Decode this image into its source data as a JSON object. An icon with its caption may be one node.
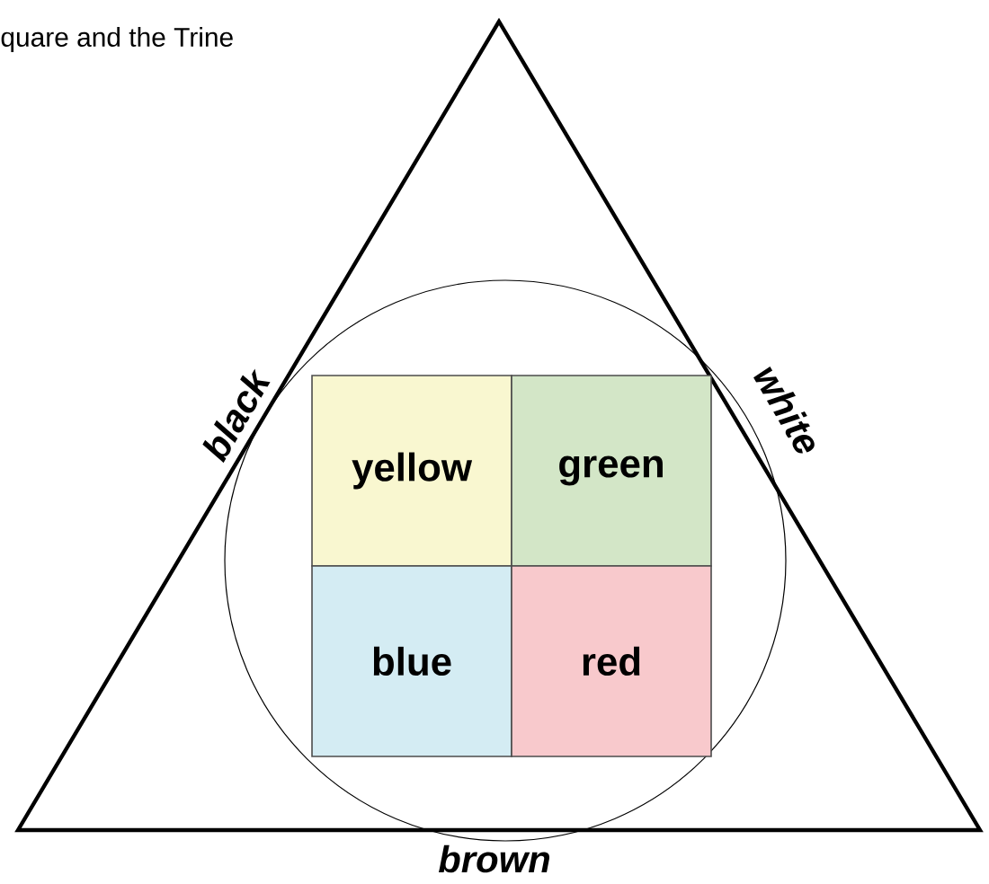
{
  "diagram": {
    "title": "quare and the Trine",
    "nodes": [
      {
        "text": [],
        "shape": "triangle",
        "beside": [
          "black",
          "white",
          "brown"
        ]
      },
      {
        "text": [],
        "shape": "circle",
        "in": 0
      },
      {
        "text": [
          "yellow"
        ],
        "in": 1
      },
      {
        "text": [
          "green"
        ],
        "in": 1
      },
      {
        "text": [
          "blue"
        ],
        "in": 1
      },
      {
        "text": [
          "red"
        ],
        "in": 1
      }
    ]
  }
}
